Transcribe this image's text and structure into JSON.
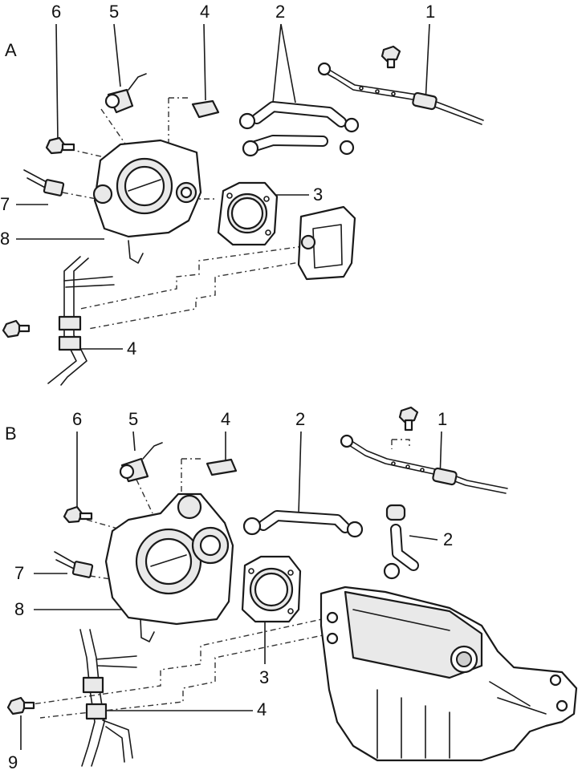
{
  "diagram": {
    "panels": [
      {
        "id": "A",
        "label": "A",
        "callouts": [
          "1",
          "2",
          "3",
          "4",
          "4",
          "5",
          "6",
          "7",
          "8"
        ]
      },
      {
        "id": "B",
        "label": "B",
        "callouts": [
          "1",
          "2",
          "2",
          "3",
          "4",
          "4",
          "5",
          "6",
          "7",
          "8",
          "9"
        ]
      }
    ]
  }
}
